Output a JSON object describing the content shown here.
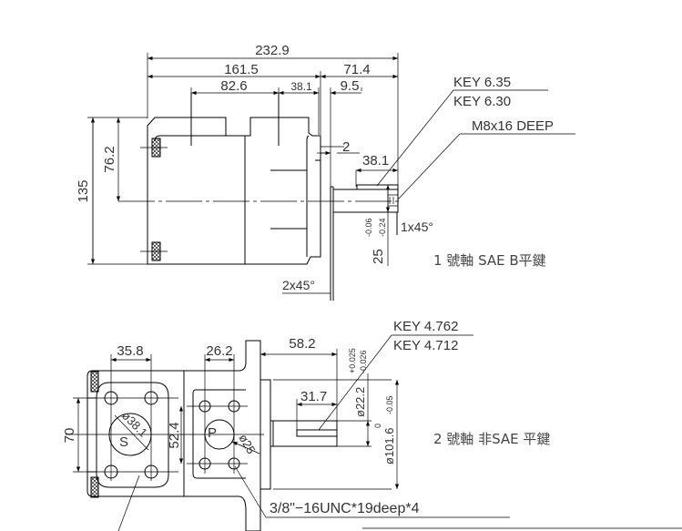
{
  "top_view": {
    "dims": {
      "overall_length": "232.9",
      "body_length": "161.5",
      "shaft_extension": "71.4",
      "port_spacing": "82.6",
      "port_to_flange": "38.1",
      "flange_thickness": "9.5",
      "pilot_depth": "2",
      "shaft_length": "38.1",
      "height": "135",
      "center_height": "76.2",
      "shaft_diameter": "25",
      "shaft_tol_upper": "-0.06",
      "shaft_tol_lower": "-0.24",
      "shaft_chamfer": "1x45°",
      "pilot_chamfer": "2x45°"
    },
    "callouts": {
      "key_max": "KEY 6.35",
      "key_min": "KEY 6.30",
      "tapped_hole": "M8x16  DEEP"
    },
    "caption": "1 號軸 SAE B平鍵"
  },
  "bottom_view": {
    "dims": {
      "suction_bolt_spacing": "35.8",
      "pressure_bolt_spacing": "26.2",
      "shaft_length": "58.2",
      "key_length": "31.7",
      "suction_vertical_spacing": "70",
      "pressure_vertical_spacing": "52.4",
      "suction_port_dia": "ø38.1",
      "pressure_port_dia": "ø25",
      "shaft_dia": "ø22.2",
      "shaft_tol_upper": "+0.025",
      "shaft_tol_lower": "-0.026",
      "pilot_dia": "ø101.6",
      "pilot_tol_upper": "0",
      "pilot_tol_lower": "-0.05"
    },
    "port_labels": {
      "suction": "S",
      "pressure": "P"
    },
    "callouts": {
      "key_max": "KEY 4.762",
      "key_min": "KEY 4.712",
      "bolt_thread": "3/8\"−16UNC*19deep*4"
    },
    "caption": "2 號軸 非SAE 平鍵"
  }
}
